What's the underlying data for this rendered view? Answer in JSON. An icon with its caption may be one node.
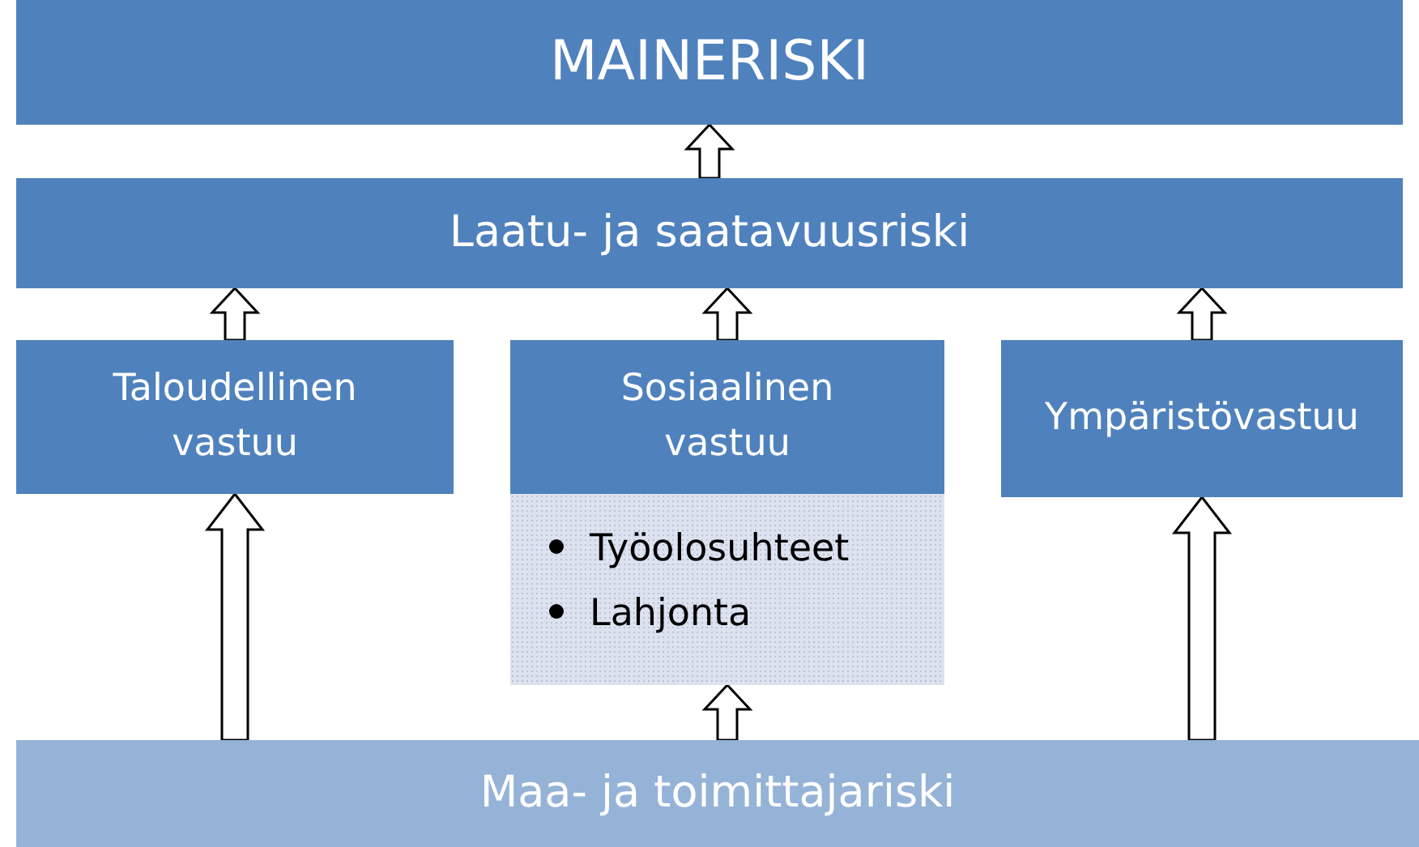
{
  "diagram": {
    "nodes": [
      {
        "text": [
          "MAINERISKI"
        ]
      },
      {
        "text": [
          "Laatu- ja saatavuusriski"
        ]
      },
      {
        "text": [
          "Taloudellinen vastuu"
        ]
      },
      {
        "text": [
          "Sosiaalinen vastuu"
        ]
      },
      {
        "text": [
          "Työolosuhteet",
          "Lahjonta"
        ]
      },
      {
        "text": [
          "Ympäristövastuu"
        ]
      },
      {
        "text": [
          "Maa- ja toimittajariski"
        ]
      }
    ],
    "edges": [
      {
        "from": 1,
        "to": 0,
        "arrow": "to"
      },
      {
        "from": 2,
        "to": 1,
        "arrow": "to"
      },
      {
        "from": 3,
        "to": 1,
        "arrow": "to"
      },
      {
        "from": 5,
        "to": 1,
        "arrow": "to"
      },
      {
        "from": 6,
        "to": 2,
        "arrow": "to"
      },
      {
        "from": 6,
        "to": 4,
        "arrow": "to"
      },
      {
        "from": 6,
        "to": 5,
        "arrow": "to"
      }
    ]
  }
}
